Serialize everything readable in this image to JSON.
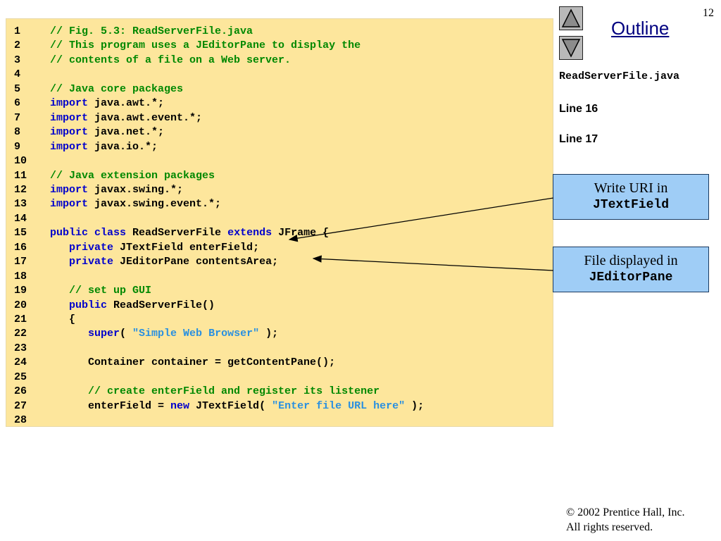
{
  "slide": {
    "page_number": "12",
    "outline_title": "Outline"
  },
  "side": {
    "filename": "ReadServerFile.java",
    "line_refs": [
      "Line 16",
      "Line 17"
    ]
  },
  "callouts": [
    {
      "text": "Write URI in",
      "code": "JTextField"
    },
    {
      "text": "File displayed in",
      "code": "JEditorPane"
    }
  ],
  "footer": {
    "copyright": "© 2002 Prentice Hall, Inc.",
    "rights": "All rights reserved."
  },
  "colors": {
    "panel": "#fde69c",
    "keyword": "#0000cc",
    "comment": "#008800",
    "string": "#2a90e0",
    "callout": "#9fcdf6"
  },
  "code": [
    {
      "n": "1",
      "t": [
        [
          "cm",
          "// Fig. 5.3: ReadServerFile.java"
        ]
      ]
    },
    {
      "n": "2",
      "t": [
        [
          "cm",
          "// This program uses a JEditorPane to display the"
        ]
      ]
    },
    {
      "n": "3",
      "t": [
        [
          "cm",
          "// contents of a file on a Web server."
        ]
      ]
    },
    {
      "n": "4",
      "t": []
    },
    {
      "n": "5",
      "t": [
        [
          "cm",
          "// Java core packages"
        ]
      ]
    },
    {
      "n": "6",
      "t": [
        [
          "kw",
          "import"
        ],
        [
          "pl",
          " java.awt.*;"
        ]
      ]
    },
    {
      "n": "7",
      "t": [
        [
          "kw",
          "import"
        ],
        [
          "pl",
          " java.awt.event.*;"
        ]
      ]
    },
    {
      "n": "8",
      "t": [
        [
          "kw",
          "import"
        ],
        [
          "pl",
          " java.net.*;"
        ]
      ]
    },
    {
      "n": "9",
      "t": [
        [
          "kw",
          "import"
        ],
        [
          "pl",
          " java.io.*;"
        ]
      ]
    },
    {
      "n": "10",
      "t": []
    },
    {
      "n": "11",
      "t": [
        [
          "cm",
          "// Java extension packages"
        ]
      ]
    },
    {
      "n": "12",
      "t": [
        [
          "kw",
          "import"
        ],
        [
          "pl",
          " javax.swing.*;"
        ]
      ]
    },
    {
      "n": "13",
      "t": [
        [
          "kw",
          "import"
        ],
        [
          "pl",
          " javax.swing.event.*;"
        ]
      ]
    },
    {
      "n": "14",
      "t": []
    },
    {
      "n": "15",
      "t": [
        [
          "kw",
          "public class"
        ],
        [
          "pl",
          " ReadServerFile "
        ],
        [
          "kw",
          "extends"
        ],
        [
          "pl",
          " JFrame {"
        ]
      ]
    },
    {
      "n": "16",
      "t": [
        [
          "pl",
          "   "
        ],
        [
          "kw",
          "private"
        ],
        [
          "pl",
          " JTextField enterField;"
        ]
      ]
    },
    {
      "n": "17",
      "t": [
        [
          "pl",
          "   "
        ],
        [
          "kw",
          "private"
        ],
        [
          "pl",
          " JEditorPane contentsArea;"
        ]
      ]
    },
    {
      "n": "18",
      "t": []
    },
    {
      "n": "19",
      "t": [
        [
          "pl",
          "   "
        ],
        [
          "cm",
          "// set up GUI"
        ]
      ]
    },
    {
      "n": "20",
      "t": [
        [
          "pl",
          "   "
        ],
        [
          "kw",
          "public"
        ],
        [
          "pl",
          " ReadServerFile()"
        ]
      ]
    },
    {
      "n": "21",
      "t": [
        [
          "pl",
          "   {"
        ]
      ]
    },
    {
      "n": "22",
      "t": [
        [
          "pl",
          "      "
        ],
        [
          "kw",
          "super"
        ],
        [
          "pl",
          "( "
        ],
        [
          "st",
          "\"Simple Web Browser\""
        ],
        [
          "pl",
          " );"
        ]
      ]
    },
    {
      "n": "23",
      "t": []
    },
    {
      "n": "24",
      "t": [
        [
          "pl",
          "      Container container = getContentPane();"
        ]
      ]
    },
    {
      "n": "25",
      "t": []
    },
    {
      "n": "26",
      "t": [
        [
          "pl",
          "      "
        ],
        [
          "cm",
          "// create enterField and register its listener"
        ]
      ]
    },
    {
      "n": "27",
      "t": [
        [
          "pl",
          "      enterField = "
        ],
        [
          "kw",
          "new"
        ],
        [
          "pl",
          " JTextField( "
        ],
        [
          "st",
          "\"Enter file URL here\""
        ],
        [
          "pl",
          " );"
        ]
      ]
    },
    {
      "n": "28",
      "t": []
    }
  ]
}
